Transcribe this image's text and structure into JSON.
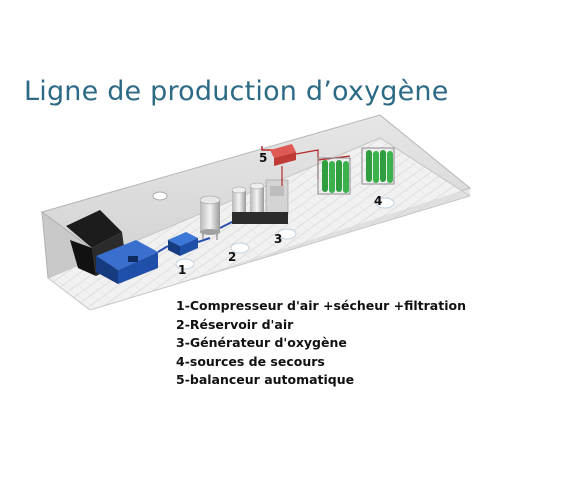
{
  "title": "Ligne de production d’oxygène",
  "callouts": {
    "c1": "1",
    "c2": "2",
    "c3": "3",
    "c4": "4",
    "c5": "5"
  },
  "legend": [
    "1-Compresseur d'air +sécheur +filtration",
    "2-Réservoir d'air",
    "3-Générateur d'oxygène",
    "4-sources de secours",
    "5-balanceur automatique"
  ],
  "colors": {
    "title": "#2c6a86",
    "compressor": "#1f4fa8",
    "balancer": "#d9534f",
    "cylinders": "#2e9e3e",
    "floor": "#eeeeee",
    "wall": "#d8d8d8"
  }
}
